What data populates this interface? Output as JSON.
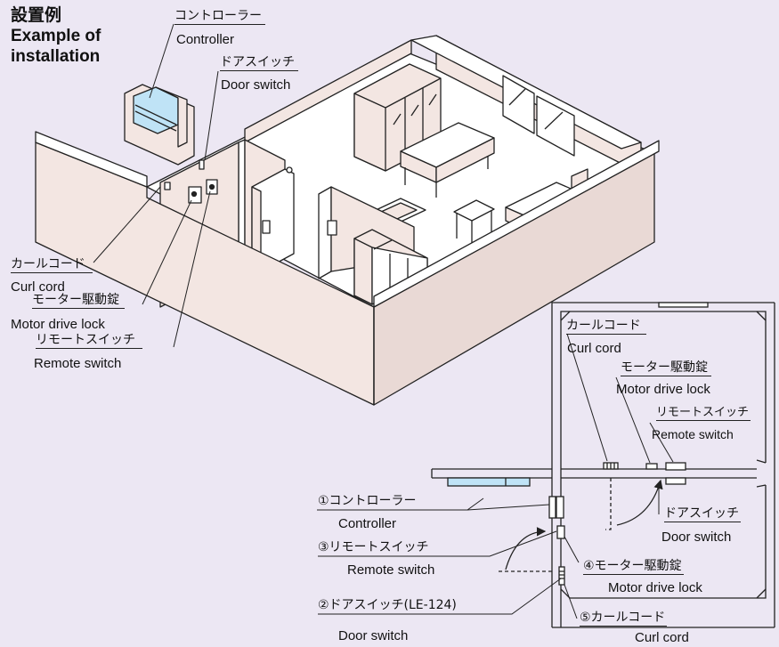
{
  "title": {
    "jp": "設置例",
    "en_line1": "Example of",
    "en_line2": "installation"
  },
  "colors": {
    "background": "#ece7f3",
    "wall_face": "#f3e6e2",
    "wall_top": "#ffffff",
    "controller": "#bfe3f6",
    "stroke": "#222222"
  },
  "iso": {
    "controller": {
      "jp": "コントローラー",
      "en": "Controller"
    },
    "door_switch": {
      "jp": "ドアスイッチ",
      "en": "Door switch"
    },
    "curl_cord": {
      "jp": "カールコード",
      "en": "Curl cord"
    },
    "motor_lock": {
      "jp": "モーター駆動錠",
      "en": "Motor drive lock"
    },
    "remote_switch": {
      "jp": "リモートスイッチ",
      "en": "Remote switch"
    }
  },
  "plan": {
    "curl_cord": {
      "jp": "カールコード",
      "en": "Curl cord"
    },
    "motor_lock": {
      "jp": "モーター駆動錠",
      "en": "Motor drive lock"
    },
    "remote_switch": {
      "jp": "リモートスイッチ",
      "en": "Remote switch"
    },
    "door_switch": {
      "jp": "ドアスイッチ",
      "en": "Door switch"
    }
  },
  "legend": {
    "item1": {
      "jp": "①コントローラー",
      "en": "Controller"
    },
    "item3": {
      "jp": "③リモートスイッチ",
      "en": "Remote switch"
    },
    "item2": {
      "jp": "②ドアスイッチ(LE-124)",
      "en": "Door switch"
    },
    "item4": {
      "jp": "④モーター駆動錠",
      "en": "Motor drive lock"
    },
    "item5": {
      "jp": "⑤カールコード",
      "en": "Curl cord"
    }
  }
}
